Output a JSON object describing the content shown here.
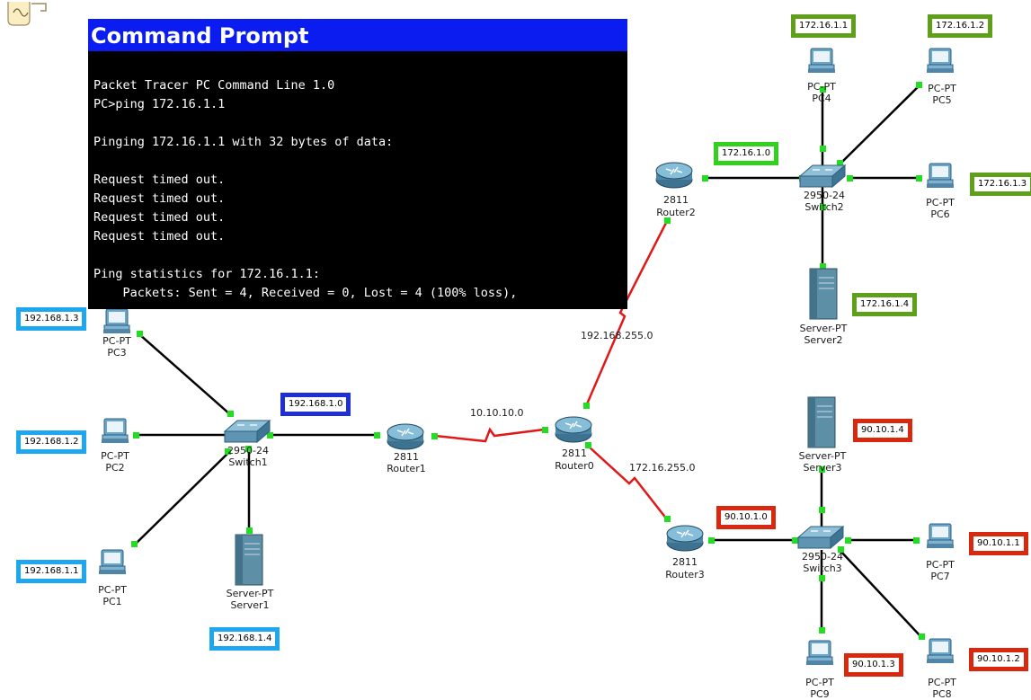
{
  "command_prompt": {
    "title": "Command Prompt",
    "lines": [
      "Packet Tracer PC Command Line 1.0",
      "PC>ping 172.16.1.1",
      "",
      "Pinging 172.16.1.1 with 32 bytes of data:",
      "",
      "Request timed out.",
      "Request timed out.",
      "Request timed out.",
      "Request timed out.",
      "",
      "Ping statistics for 172.16.1.1:",
      "    Packets: Sent = 4, Received = 0, Lost = 4 (100% loss),"
    ]
  },
  "devices": {
    "pc1": {
      "type": "PC-PT",
      "name": "PC1"
    },
    "pc2": {
      "type": "PC-PT",
      "name": "PC2"
    },
    "pc3": {
      "type": "PC-PT",
      "name": "PC3"
    },
    "pc4": {
      "type": "PC-PT",
      "name": "PC4"
    },
    "pc5": {
      "type": "PC-PT",
      "name": "PC5"
    },
    "pc6": {
      "type": "PC-PT",
      "name": "PC6"
    },
    "pc7": {
      "type": "PC-PT",
      "name": "PC7"
    },
    "pc8": {
      "type": "PC-PT",
      "name": "PC8"
    },
    "pc9": {
      "type": "PC-PT",
      "name": "PC9"
    },
    "server1": {
      "type": "Server-PT",
      "name": "Server1"
    },
    "server2": {
      "type": "Server-PT",
      "name": "Server2"
    },
    "server3": {
      "type": "Server-PT",
      "name": "Server3"
    },
    "switch1": {
      "type": "2950-24",
      "name": "Switch1"
    },
    "switch2": {
      "type": "2950-24",
      "name": "Switch2"
    },
    "switch3": {
      "type": "2950-24",
      "name": "Switch3"
    },
    "router0": {
      "type": "2811",
      "name": "Router0"
    },
    "router1": {
      "type": "2811",
      "name": "Router1"
    },
    "router2": {
      "type": "2811",
      "name": "Router2"
    },
    "router3": {
      "type": "2811",
      "name": "Router3"
    }
  },
  "link_labels": {
    "r0_r1": "10.10.10.0",
    "r0_r2": "192.168.255.0",
    "r0_r3": "172.16.255.0"
  },
  "ip_labels": {
    "pc3": "192.168.1.3",
    "pc2": "192.168.1.2",
    "pc1": "192.168.1.1",
    "server1": "192.168.1.4",
    "lan1": "192.168.1.0",
    "pc4": "172.16.1.1",
    "pc5": "172.16.1.2",
    "pc6": "172.16.1.3",
    "server2": "172.16.1.4",
    "lan2": "172.16.1.0",
    "server3": "90.10.1.4",
    "lan3": "90.10.1.0",
    "pc7": "90.10.1.1",
    "pc8": "90.10.1.2",
    "pc9": "90.10.1.3"
  },
  "colors": {
    "lan1_tag": "#1ea7ef",
    "lan1_net_tag": "#1f2fd6",
    "lan2_tag": "#5fa01a",
    "lan3_tag": "#d8280f",
    "link_up": "#22dd22",
    "serial_link": "#e01818",
    "prompt_title_bg": "#0a1cf0"
  }
}
